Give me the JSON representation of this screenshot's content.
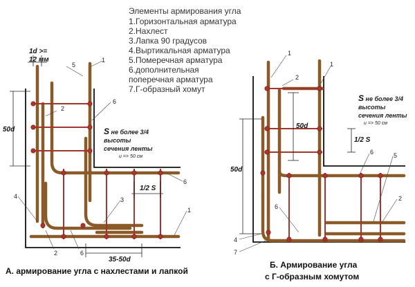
{
  "legend": {
    "title": "Элементы армирования угла",
    "items": [
      "1.Горизонтальная арматура",
      "2.Нахлест",
      "3.Лапка 90 градусов",
      "4.Выртикальная арматура",
      "5.Померечная арматура",
      "6.дополнительная",
      "поперечная арматура",
      "7.Г-образный хомут"
    ]
  },
  "diagram_a": {
    "caption": "А. армирование угла с нахлестами и лапкой",
    "dim_1d_top": "1d >=",
    "dim_1d_bottom": "12 мм",
    "dim_50d": "50d",
    "dim_half_s": "1/2 S",
    "dim_35_50d": "35-50d",
    "note_s": "S",
    "note_line1": " не более 3/4",
    "note_line2": "высоты",
    "note_line3": "сечения ленты",
    "note_line4": "и => 50 см",
    "labels": [
      "5",
      "1",
      "2",
      "6",
      "6",
      "4",
      "3",
      "1",
      "2",
      "6"
    ]
  },
  "diagram_b": {
    "caption_line1": "Б. Армирование угла",
    "caption_line2": "с Г-образным хомутом",
    "dim_50d_inner": "50d",
    "dim_50d_outer": "50d",
    "dim_half_s": "1/2 S",
    "note_s": "S",
    "note_line1": " не более 3/4",
    "note_line2": "высоты",
    "note_line3": "сечения ленты",
    "note_line4": "и => 50 см",
    "labels": [
      "1",
      "1",
      "2",
      "6",
      "5",
      "2",
      "6",
      "4",
      "7"
    ]
  }
}
